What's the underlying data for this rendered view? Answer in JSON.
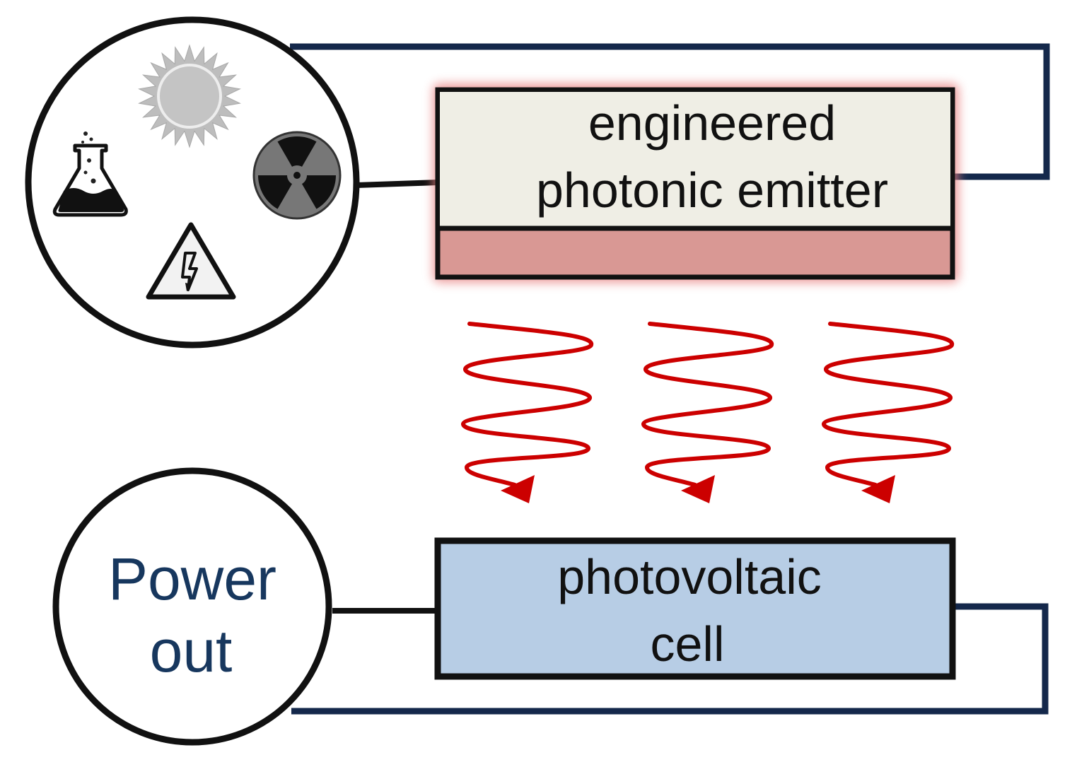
{
  "emitter": {
    "line1": "engineered",
    "line2": "photonic emitter"
  },
  "cell": {
    "line1": "photovoltaic",
    "line2": "cell"
  },
  "power": {
    "line1": "Power",
    "line2": "out"
  },
  "energy_sources": [
    "flask-icon",
    "sun-icon",
    "radiation-icon",
    "high-voltage-icon"
  ],
  "colors": {
    "outline": "#111111",
    "wire": "#14284b",
    "emitter_fill": "#efeee5",
    "emitter_base": "#d99894",
    "emitter_glow": "#e87f7f",
    "cell_fill": "#b7cde5",
    "photon": "#cc0000",
    "power_text": "#17375e",
    "icon_gray": "#bdbdbd"
  }
}
